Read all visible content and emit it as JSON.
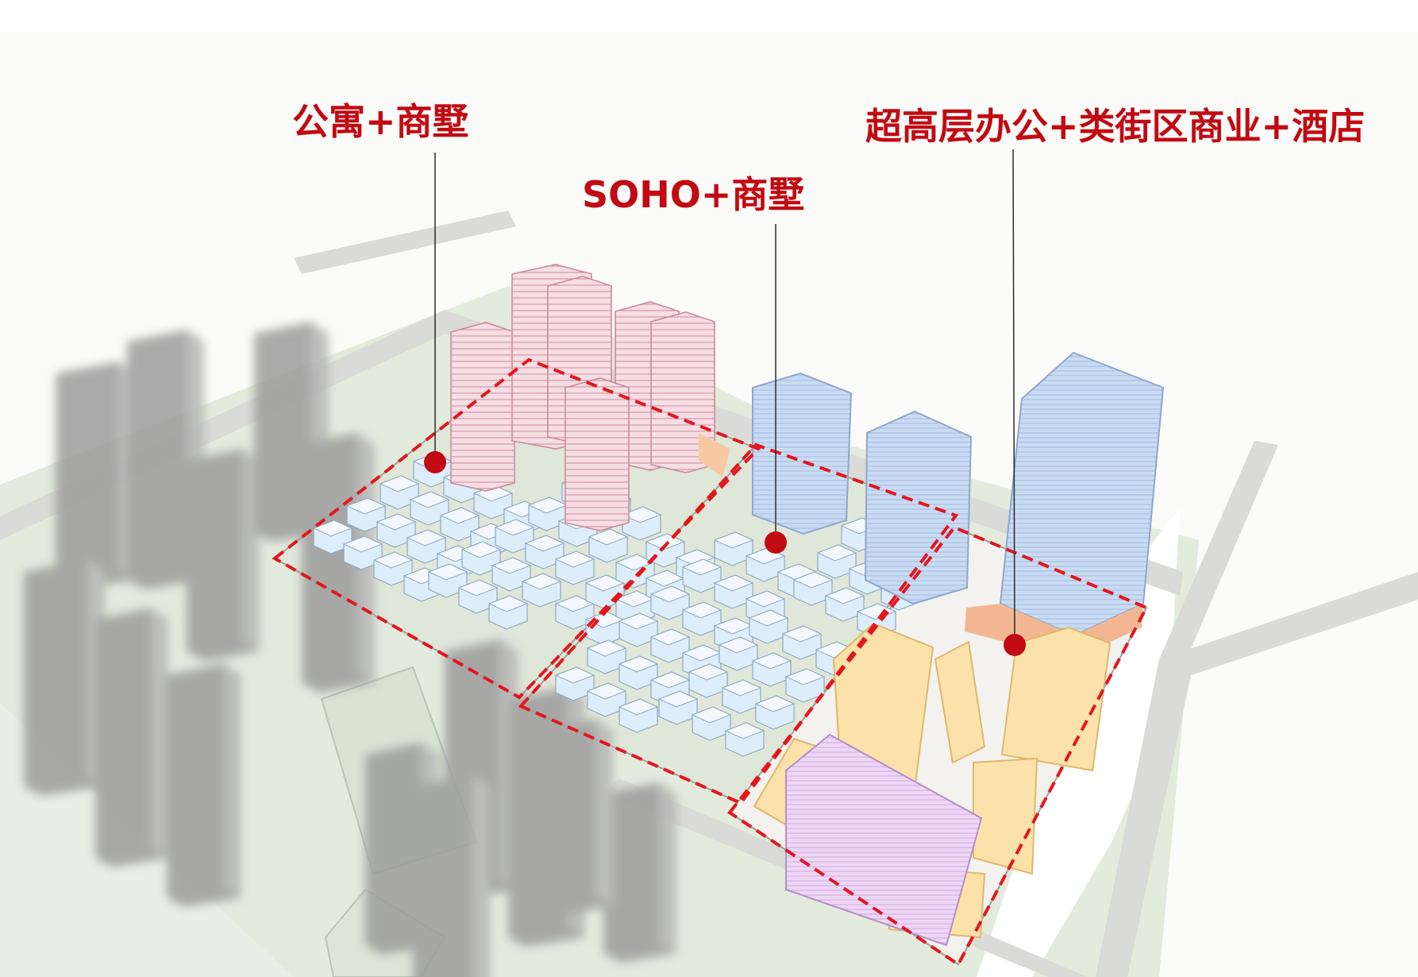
{
  "zones": [
    {
      "label": "公寓+商墅"
    },
    {
      "label": "SOHO+商墅"
    },
    {
      "label": "超高层办公+类街区商业+酒店"
    }
  ],
  "colors": {
    "callout": "#c20a12",
    "boundary": "#e4161c",
    "ground": "#e3ebdd",
    "road": "#dadad8",
    "villa": "#ddeefa",
    "apartment": "#f7dde4",
    "office": "#c9dbf3",
    "retail": "#fbe2aa",
    "hotel": "#eed6f7",
    "context_massing": "#9d9d9d"
  }
}
